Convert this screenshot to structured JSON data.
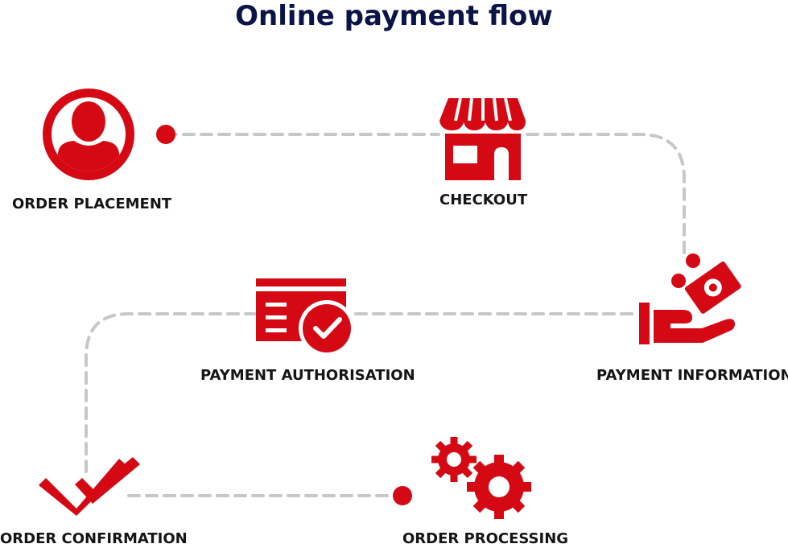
{
  "title": "Online payment flow",
  "colors": {
    "accent": "#d50914",
    "title": "#0b1446",
    "connector": "#c7c7c7",
    "label": "#151515"
  },
  "steps": [
    {
      "label": "ORDER PLACEMENT",
      "icon": "user-icon"
    },
    {
      "label": "CHECKOUT",
      "icon": "store-icon"
    },
    {
      "label": "PAYMENT INFORMATION",
      "icon": "hand-money-icon"
    },
    {
      "label": "PAYMENT AUTHORISATION",
      "icon": "card-check-icon"
    },
    {
      "label": "ORDER CONFIRMATION",
      "icon": "double-check-icon"
    },
    {
      "label": "ORDER PROCESSING",
      "icon": "gears-icon"
    }
  ]
}
